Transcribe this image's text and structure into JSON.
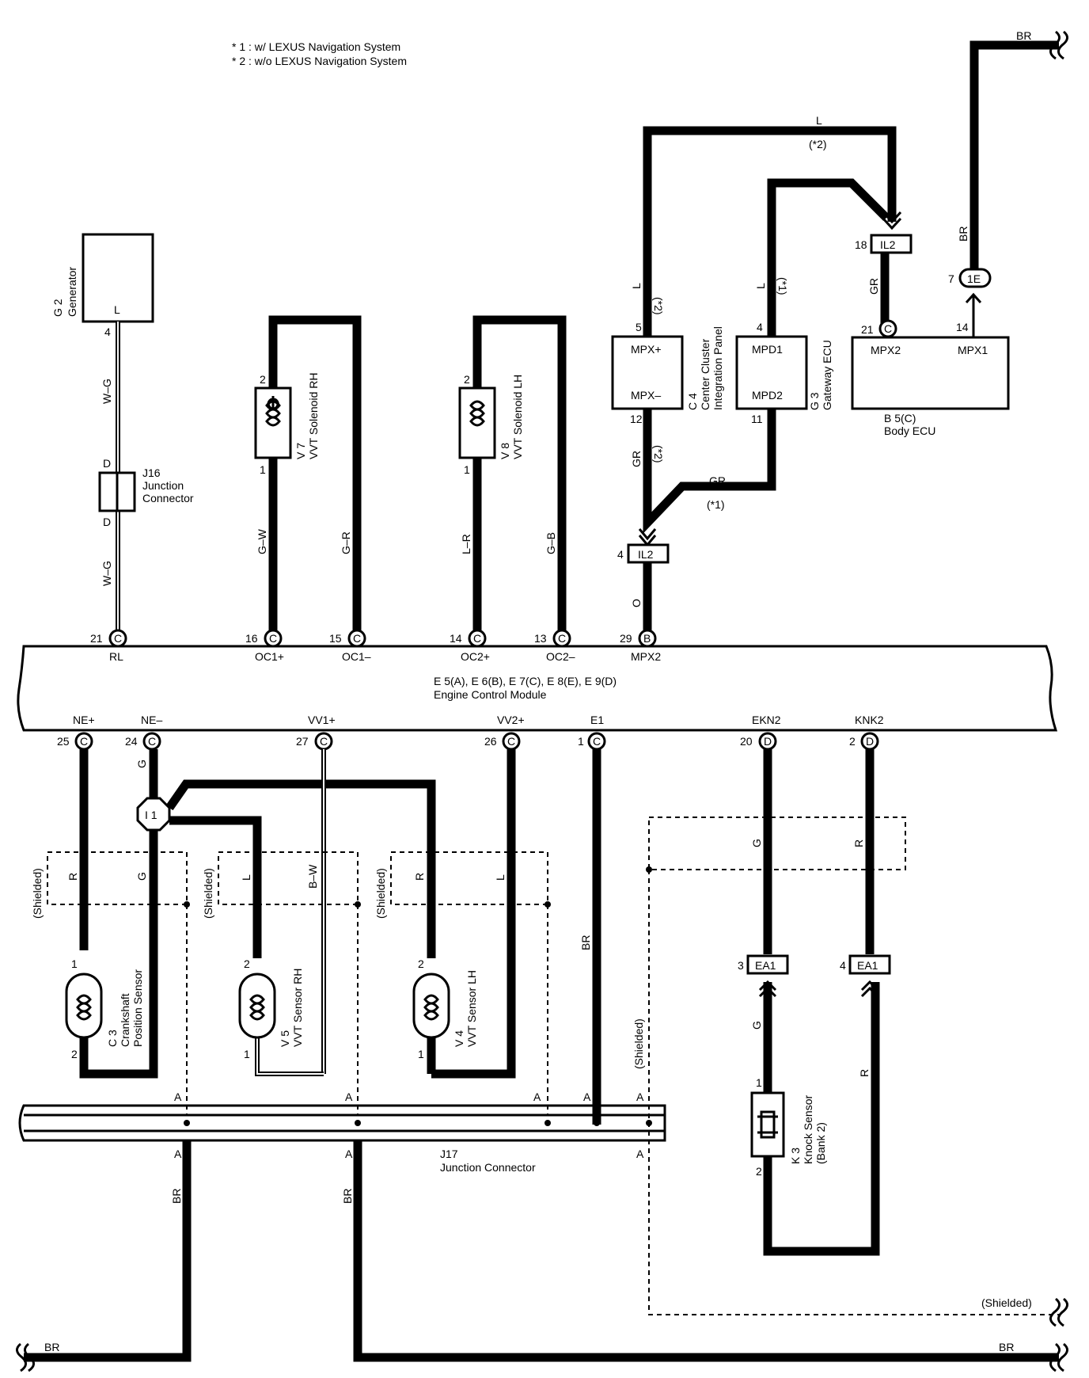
{
  "notes": [
    "* 1 : w/ LEXUS Navigation System",
    "* 2 : w/o LEXUS Navigation System"
  ],
  "components": {
    "g2": {
      "ref": "G 2",
      "name": "Generator",
      "terminal": "L",
      "pin": "4"
    },
    "j16": {
      "ref": "J16",
      "name1": "Junction",
      "name2": "Connector",
      "pin_top": "D",
      "pin_bottom": "D"
    },
    "v7": {
      "ref": "V 7",
      "name": "VVT Solenoid RH",
      "pin_top": "2",
      "pin_bottom": "1"
    },
    "v8": {
      "ref": "V 8",
      "name": "VVT Solenoid LH",
      "pin_top": "2",
      "pin_bottom": "1"
    },
    "c4": {
      "ref": "C 4",
      "name1": "Center Cluster",
      "name2": "Integration Panel",
      "t_top": "MPX+",
      "t_bottom": "MPX–",
      "pin_top": "5",
      "pin_bottom": "12"
    },
    "g3": {
      "ref": "G 3",
      "name": "Gateway ECU",
      "t_top": "MPD1",
      "t_bottom": "MPD2",
      "pin_top": "4",
      "pin_bottom": "11"
    },
    "b5": {
      "ref": "B 5(C)",
      "name": "Body ECU",
      "t_left": "MPX2",
      "t_right": "MPX1",
      "pin_left": "21",
      "pin_left_conn": "C",
      "pin_right": "14"
    },
    "ecm": {
      "refs": "E 5(A), E 6(B), E 7(C), E 8(E), E 9(D)",
      "name": "Engine Control Module"
    },
    "c3": {
      "ref": "C 3",
      "name1": "Crankshaft",
      "name2": "Position Sensor",
      "pin_top": "1",
      "pin_bottom": "2"
    },
    "v5": {
      "ref": "V 5",
      "name": "VVT Sensor RH",
      "pin_top": "2",
      "pin_bottom": "1"
    },
    "v4": {
      "ref": "V 4",
      "name": "VVT Sensor LH",
      "pin_top": "2",
      "pin_bottom": "1"
    },
    "k3": {
      "ref": "K 3",
      "name1": "Knock Sensor",
      "name2": "(Bank 2)",
      "pin_top": "1",
      "pin_bottom": "2"
    },
    "j17": {
      "ref": "J17",
      "name": "Junction Connector",
      "pin": "A"
    },
    "i1": {
      "label": "I 1"
    }
  },
  "connectors": {
    "il2_top": {
      "label": "IL2",
      "pin": "18"
    },
    "il2_bottom": {
      "label": "IL2",
      "pin": "4"
    },
    "e1_conn": {
      "label": "1E",
      "pin": "7"
    },
    "ea1_left": {
      "label": "EA1",
      "pin": "3"
    },
    "ea1_right": {
      "label": "EA1",
      "pin": "4"
    }
  },
  "ecm_top_pins": [
    {
      "num": "21",
      "conn": "C",
      "term": "RL"
    },
    {
      "num": "16",
      "conn": "C",
      "term": "OC1+"
    },
    {
      "num": "15",
      "conn": "C",
      "term": "OC1–"
    },
    {
      "num": "14",
      "conn": "C",
      "term": "OC2+"
    },
    {
      "num": "13",
      "conn": "C",
      "term": "OC2–"
    },
    {
      "num": "29",
      "conn": "B",
      "term": "MPX2"
    }
  ],
  "ecm_bottom_pins": [
    {
      "num": "25",
      "conn": "C",
      "term": "NE+"
    },
    {
      "num": "24",
      "conn": "C",
      "term": "NE–"
    },
    {
      "num": "27",
      "conn": "C",
      "term": "VV1+"
    },
    {
      "num": "26",
      "conn": "C",
      "term": "VV2+"
    },
    {
      "num": "1",
      "conn": "C",
      "term": "E1"
    },
    {
      "num": "20",
      "conn": "D",
      "term": "EKN2"
    },
    {
      "num": "2",
      "conn": "D",
      "term": "KNK2"
    }
  ],
  "wires": {
    "wg": "W–G",
    "gw": "G–W",
    "gr_dash": "G–R",
    "lr": "L–R",
    "gb": "G–B",
    "l": "L",
    "gr": "GR",
    "o": "O",
    "br": "BR",
    "g": "G",
    "r": "R",
    "bw": "B–W",
    "n1": "(*1)",
    "n2": "(*2)",
    "shielded": "(Shielded)"
  }
}
